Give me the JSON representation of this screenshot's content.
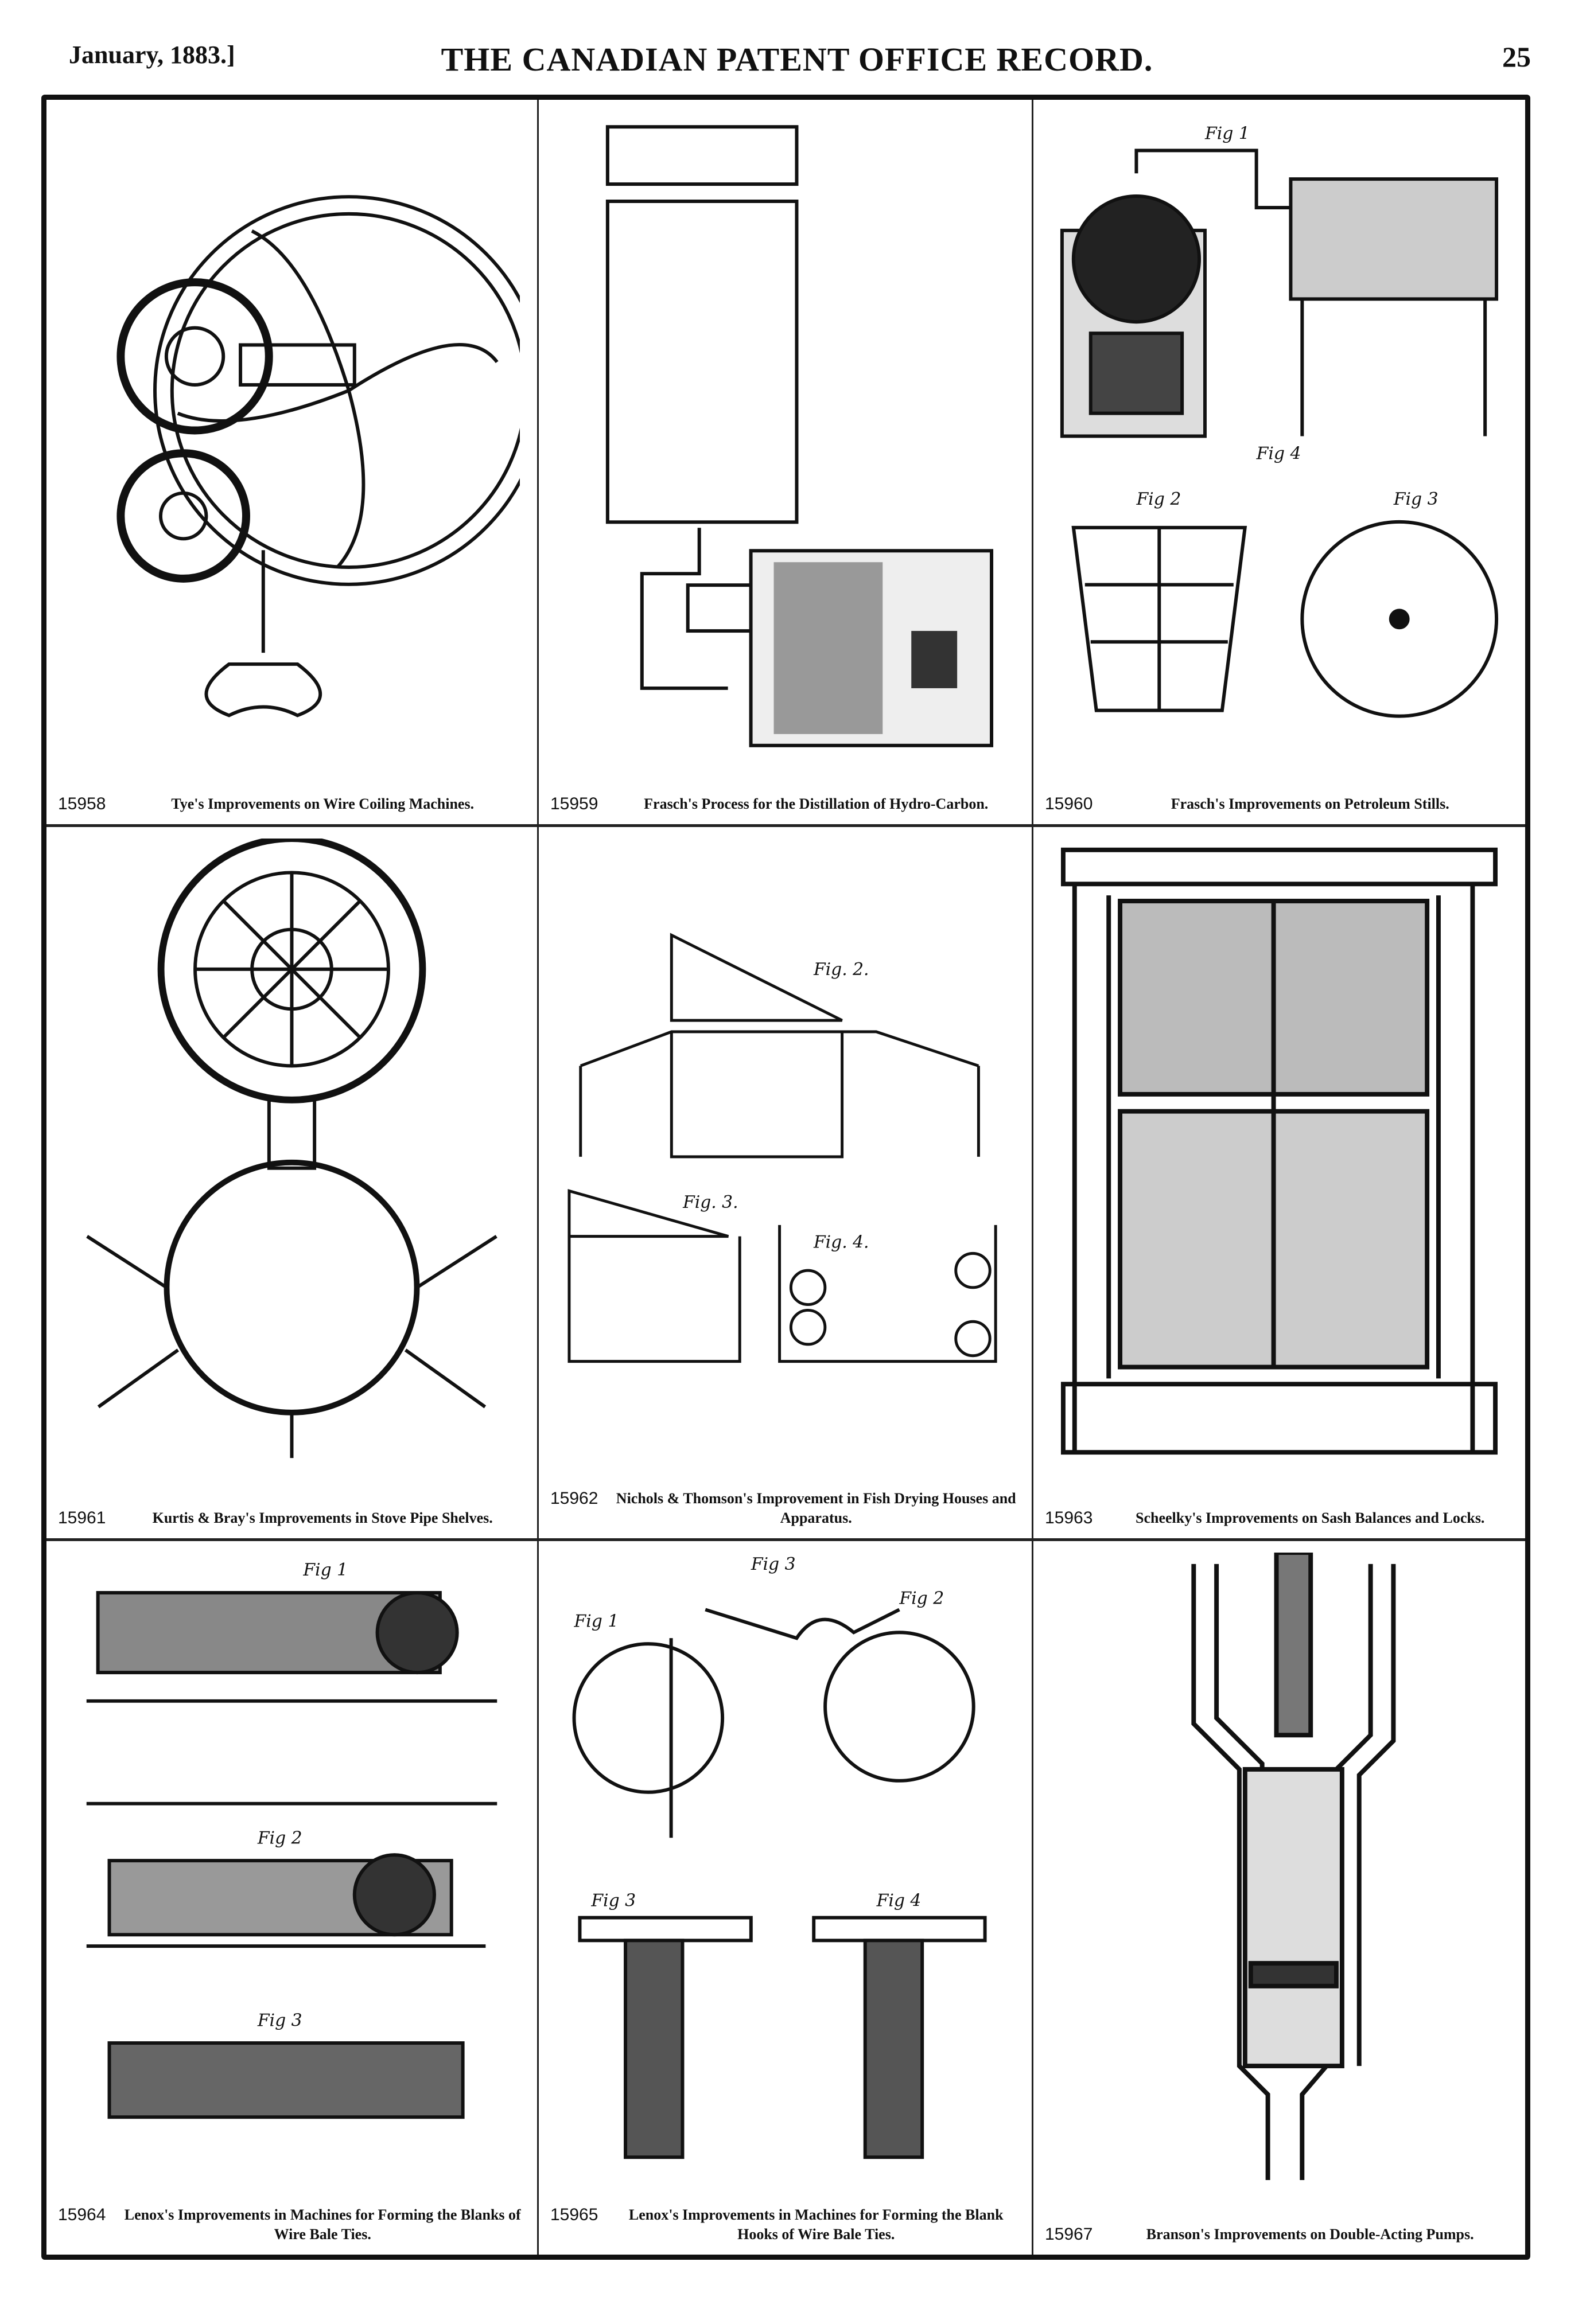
{
  "header": {
    "date": "January, 1883.]",
    "title": "THE CANADIAN PATENT OFFICE RECORD.",
    "page": "25"
  },
  "patents": [
    {
      "number": "15958",
      "title": "Tye's Improvements on Wire Coiling Machines."
    },
    {
      "number": "15959",
      "title": "Frasch's Process for the Distillation of Hydro-Carbon."
    },
    {
      "number": "15960",
      "title": "Frasch's Improvements on Petroleum Stills."
    },
    {
      "number": "15961",
      "title": "Kurtis & Bray's Improvements in Stove Pipe Shelves."
    },
    {
      "number": "15962",
      "title": "Nichols & Thomson's Improvement in Fish Drying Houses and Apparatus."
    },
    {
      "number": "15963",
      "title": "Scheelky's Improvements on Sash Balances and Locks."
    },
    {
      "number": "15964",
      "title": "Lenox's Improvements in Machines for Forming the Blanks of Wire Bale Ties."
    },
    {
      "number": "15965",
      "title": "Lenox's Improvements in Machines for Forming the Blank Hooks of Wire Bale Ties."
    },
    {
      "number": "15967",
      "title": "Branson's Improvements on Double-Acting Pumps."
    }
  ],
  "figure_labels": {
    "c3": [
      "Fig 1",
      "Fig 2",
      "Fig 3",
      "Fig 4"
    ],
    "c5": [
      "Fig. 2.",
      "Fig. 3.",
      "Fig. 4."
    ],
    "c7": [
      "Fig 1",
      "Fig 2",
      "Fig 3"
    ],
    "c8": [
      "Fig 1",
      "Fig 2",
      "Fig 3",
      "Fig 3",
      "Fig 4"
    ]
  }
}
